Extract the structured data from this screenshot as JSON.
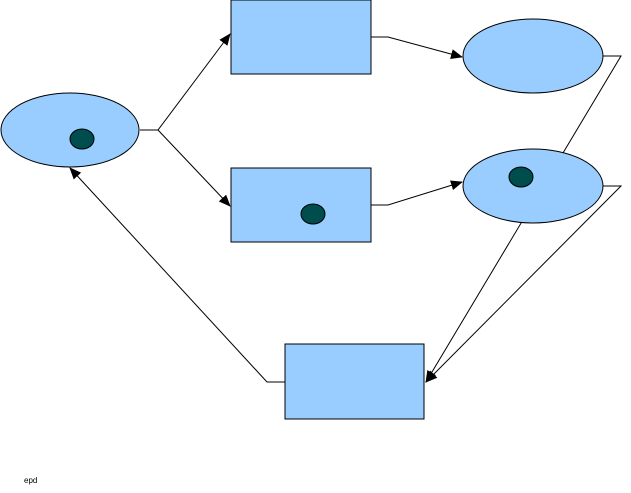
{
  "diagram": {
    "caption": "epd",
    "colors": {
      "node_fill": "#99ccff",
      "node_stroke": "#000000",
      "token_fill": "#004d4d",
      "edge_stroke": "#000000",
      "background": "#ffffff"
    },
    "places": [
      {
        "id": "place-left",
        "shape": "ellipse",
        "tokens": 1
      },
      {
        "id": "place-top-right",
        "shape": "ellipse",
        "tokens": 0
      },
      {
        "id": "place-mid-right",
        "shape": "ellipse",
        "tokens": 1
      }
    ],
    "transitions": [
      {
        "id": "transition-top",
        "shape": "rectangle",
        "tokens": 0
      },
      {
        "id": "transition-middle",
        "shape": "rectangle",
        "tokens": 1
      },
      {
        "id": "transition-bottom",
        "shape": "rectangle",
        "tokens": 0
      }
    ],
    "arcs": [
      {
        "from": "place-left",
        "to": "transition-top"
      },
      {
        "from": "place-left",
        "to": "transition-middle"
      },
      {
        "from": "transition-top",
        "to": "place-top-right"
      },
      {
        "from": "transition-middle",
        "to": "place-mid-right"
      },
      {
        "from": "place-top-right",
        "to": "transition-bottom"
      },
      {
        "from": "place-mid-right",
        "to": "transition-bottom"
      },
      {
        "from": "transition-bottom",
        "to": "place-left"
      }
    ]
  }
}
